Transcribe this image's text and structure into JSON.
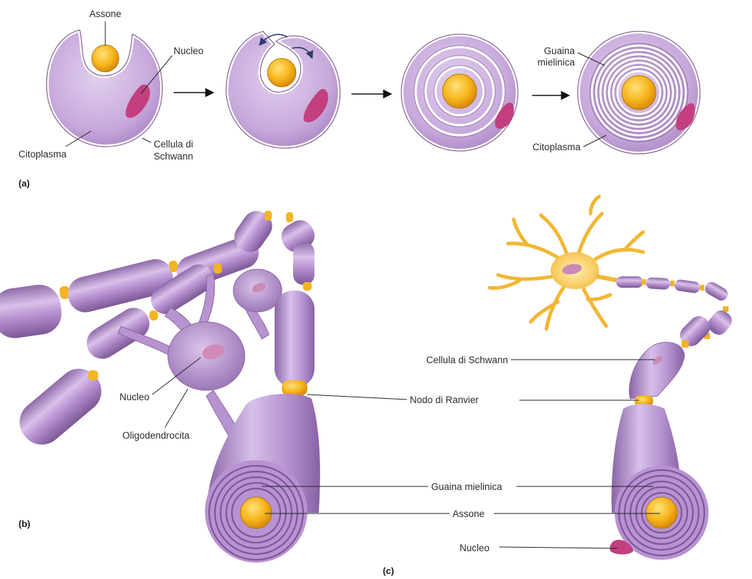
{
  "panels": {
    "a": "(a)",
    "b": "(b)",
    "c": "(c)"
  },
  "labels_a": {
    "assone": "Assone",
    "nucleo": "Nucleo",
    "citoplasma": "Citoplasma",
    "cellula_line1": "Cellula di",
    "cellula_line2": "Schwann",
    "guaina_line1": "Guaina",
    "guaina_line2": "mielinica",
    "citoplasma_2": "Citoplasma"
  },
  "labels_b": {
    "nucleo": "Nucleo",
    "oligodendrocita": "Oligodendrocita"
  },
  "labels_c": {
    "cellula_schwann": "Cellula di Schwann",
    "nodo_ranvier": "Nodo di Ranvier",
    "guaina_mielinica": "Guaina mielinica",
    "assone": "Assone",
    "nucleo": "Nucleo"
  },
  "colors": {
    "cytoplasm": "#c8a8dc",
    "membrane": "#8a6a9a",
    "axon": "#f5b41e",
    "nucleus": "#c0407a",
    "myelin_fiber": "#b48bcf"
  }
}
